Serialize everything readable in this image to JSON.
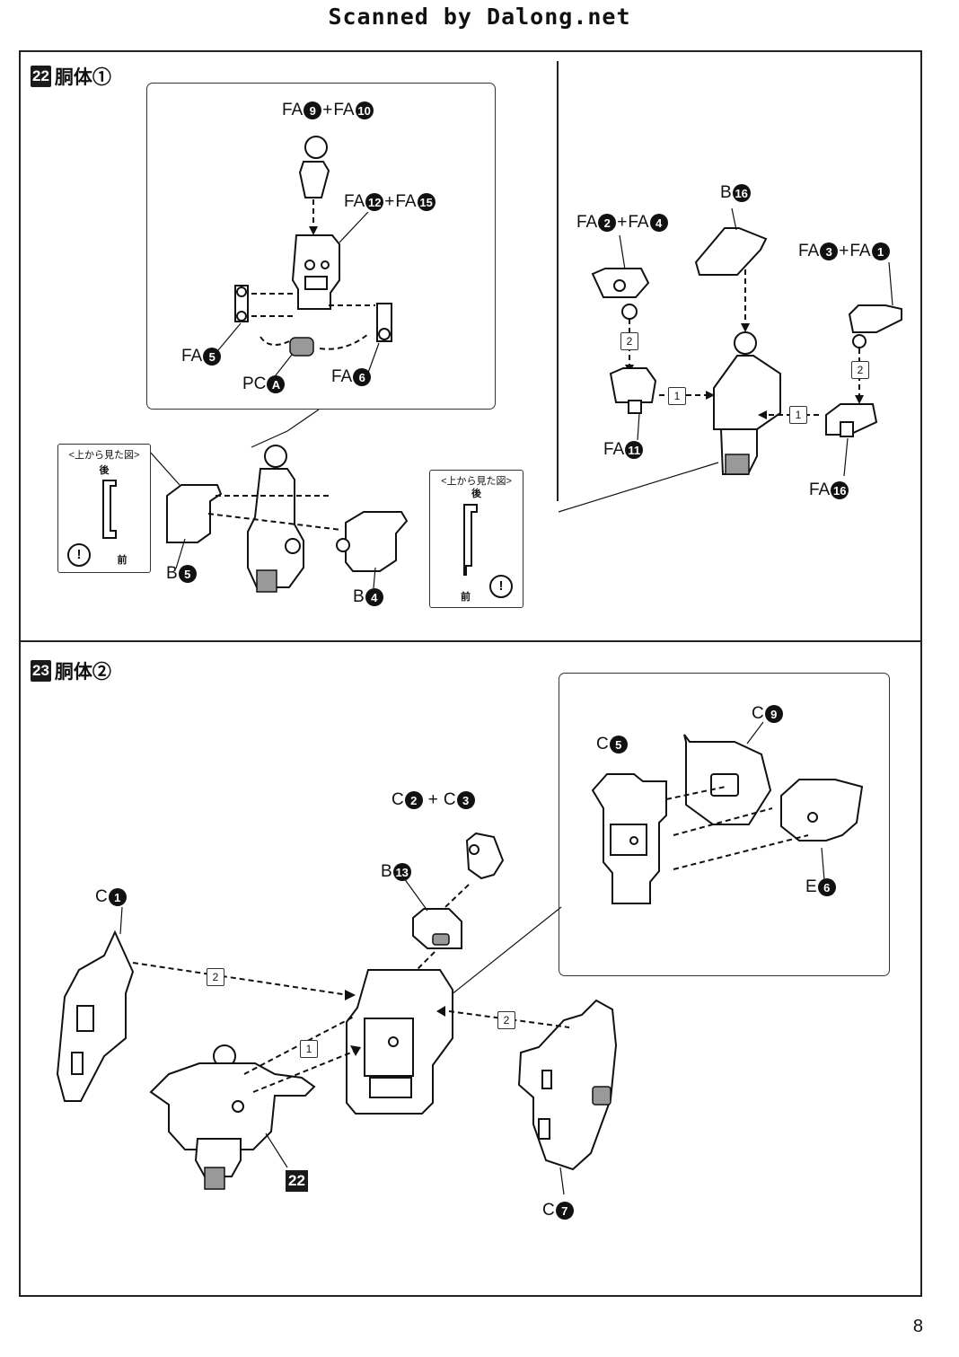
{
  "watermark": "Scanned by Dalong.net",
  "page_number": "8",
  "step22": {
    "badge": "22",
    "title": "胴体①",
    "inset_labels": {
      "fa9_fa10": {
        "p1": "FA",
        "n1": "9",
        "plus": "+",
        "p2": "FA",
        "n2": "10"
      },
      "fa12_fa15": {
        "p1": "FA",
        "n1": "12",
        "plus": "+",
        "p2": "FA",
        "n2": "15"
      },
      "fa5": {
        "p": "FA",
        "n": "5"
      },
      "fa6": {
        "p": "FA",
        "n": "6"
      },
      "pca": {
        "p": "PC",
        "n": "A"
      }
    },
    "top_view_left": {
      "title": "<上から見た図>",
      "back": "後",
      "front": "前",
      "warn": "!"
    },
    "top_view_right": {
      "title": "<上から見た図>",
      "back": "後",
      "front": "前",
      "warn": "!"
    },
    "bottom_labels": {
      "b5": {
        "p": "B",
        "n": "5"
      },
      "b4": {
        "p": "B",
        "n": "4"
      }
    },
    "right_labels": {
      "b16": {
        "p": "B",
        "n": "16"
      },
      "fa2_fa4": {
        "p1": "FA",
        "n1": "2",
        "plus": "+",
        "p2": "FA",
        "n2": "4"
      },
      "fa3_fa1": {
        "p1": "FA",
        "n1": "3",
        "plus": "+",
        "p2": "FA",
        "n2": "1"
      },
      "fa11": {
        "p": "FA",
        "n": "11"
      },
      "fa16": {
        "p": "FA",
        "n": "16"
      },
      "step1a": "1",
      "step1b": "1",
      "step2a": "2",
      "step2b": "2"
    }
  },
  "step23": {
    "badge": "23",
    "title": "胴体②",
    "inset_labels": {
      "c9": {
        "p": "C",
        "n": "9"
      },
      "c5": {
        "p": "C",
        "n": "5"
      },
      "e6": {
        "p": "E",
        "n": "6"
      }
    },
    "labels": {
      "c2_c3": {
        "p1": "C",
        "n1": "2",
        "plus": "+",
        "p2": "C",
        "n2": "3"
      },
      "b13": {
        "p": "B",
        "n": "13"
      },
      "c1": {
        "p": "C",
        "n": "1"
      },
      "c7": {
        "p": "C",
        "n": "7"
      },
      "step2a": "2",
      "step2b": "2",
      "step1": "1",
      "ref22": "22"
    }
  }
}
